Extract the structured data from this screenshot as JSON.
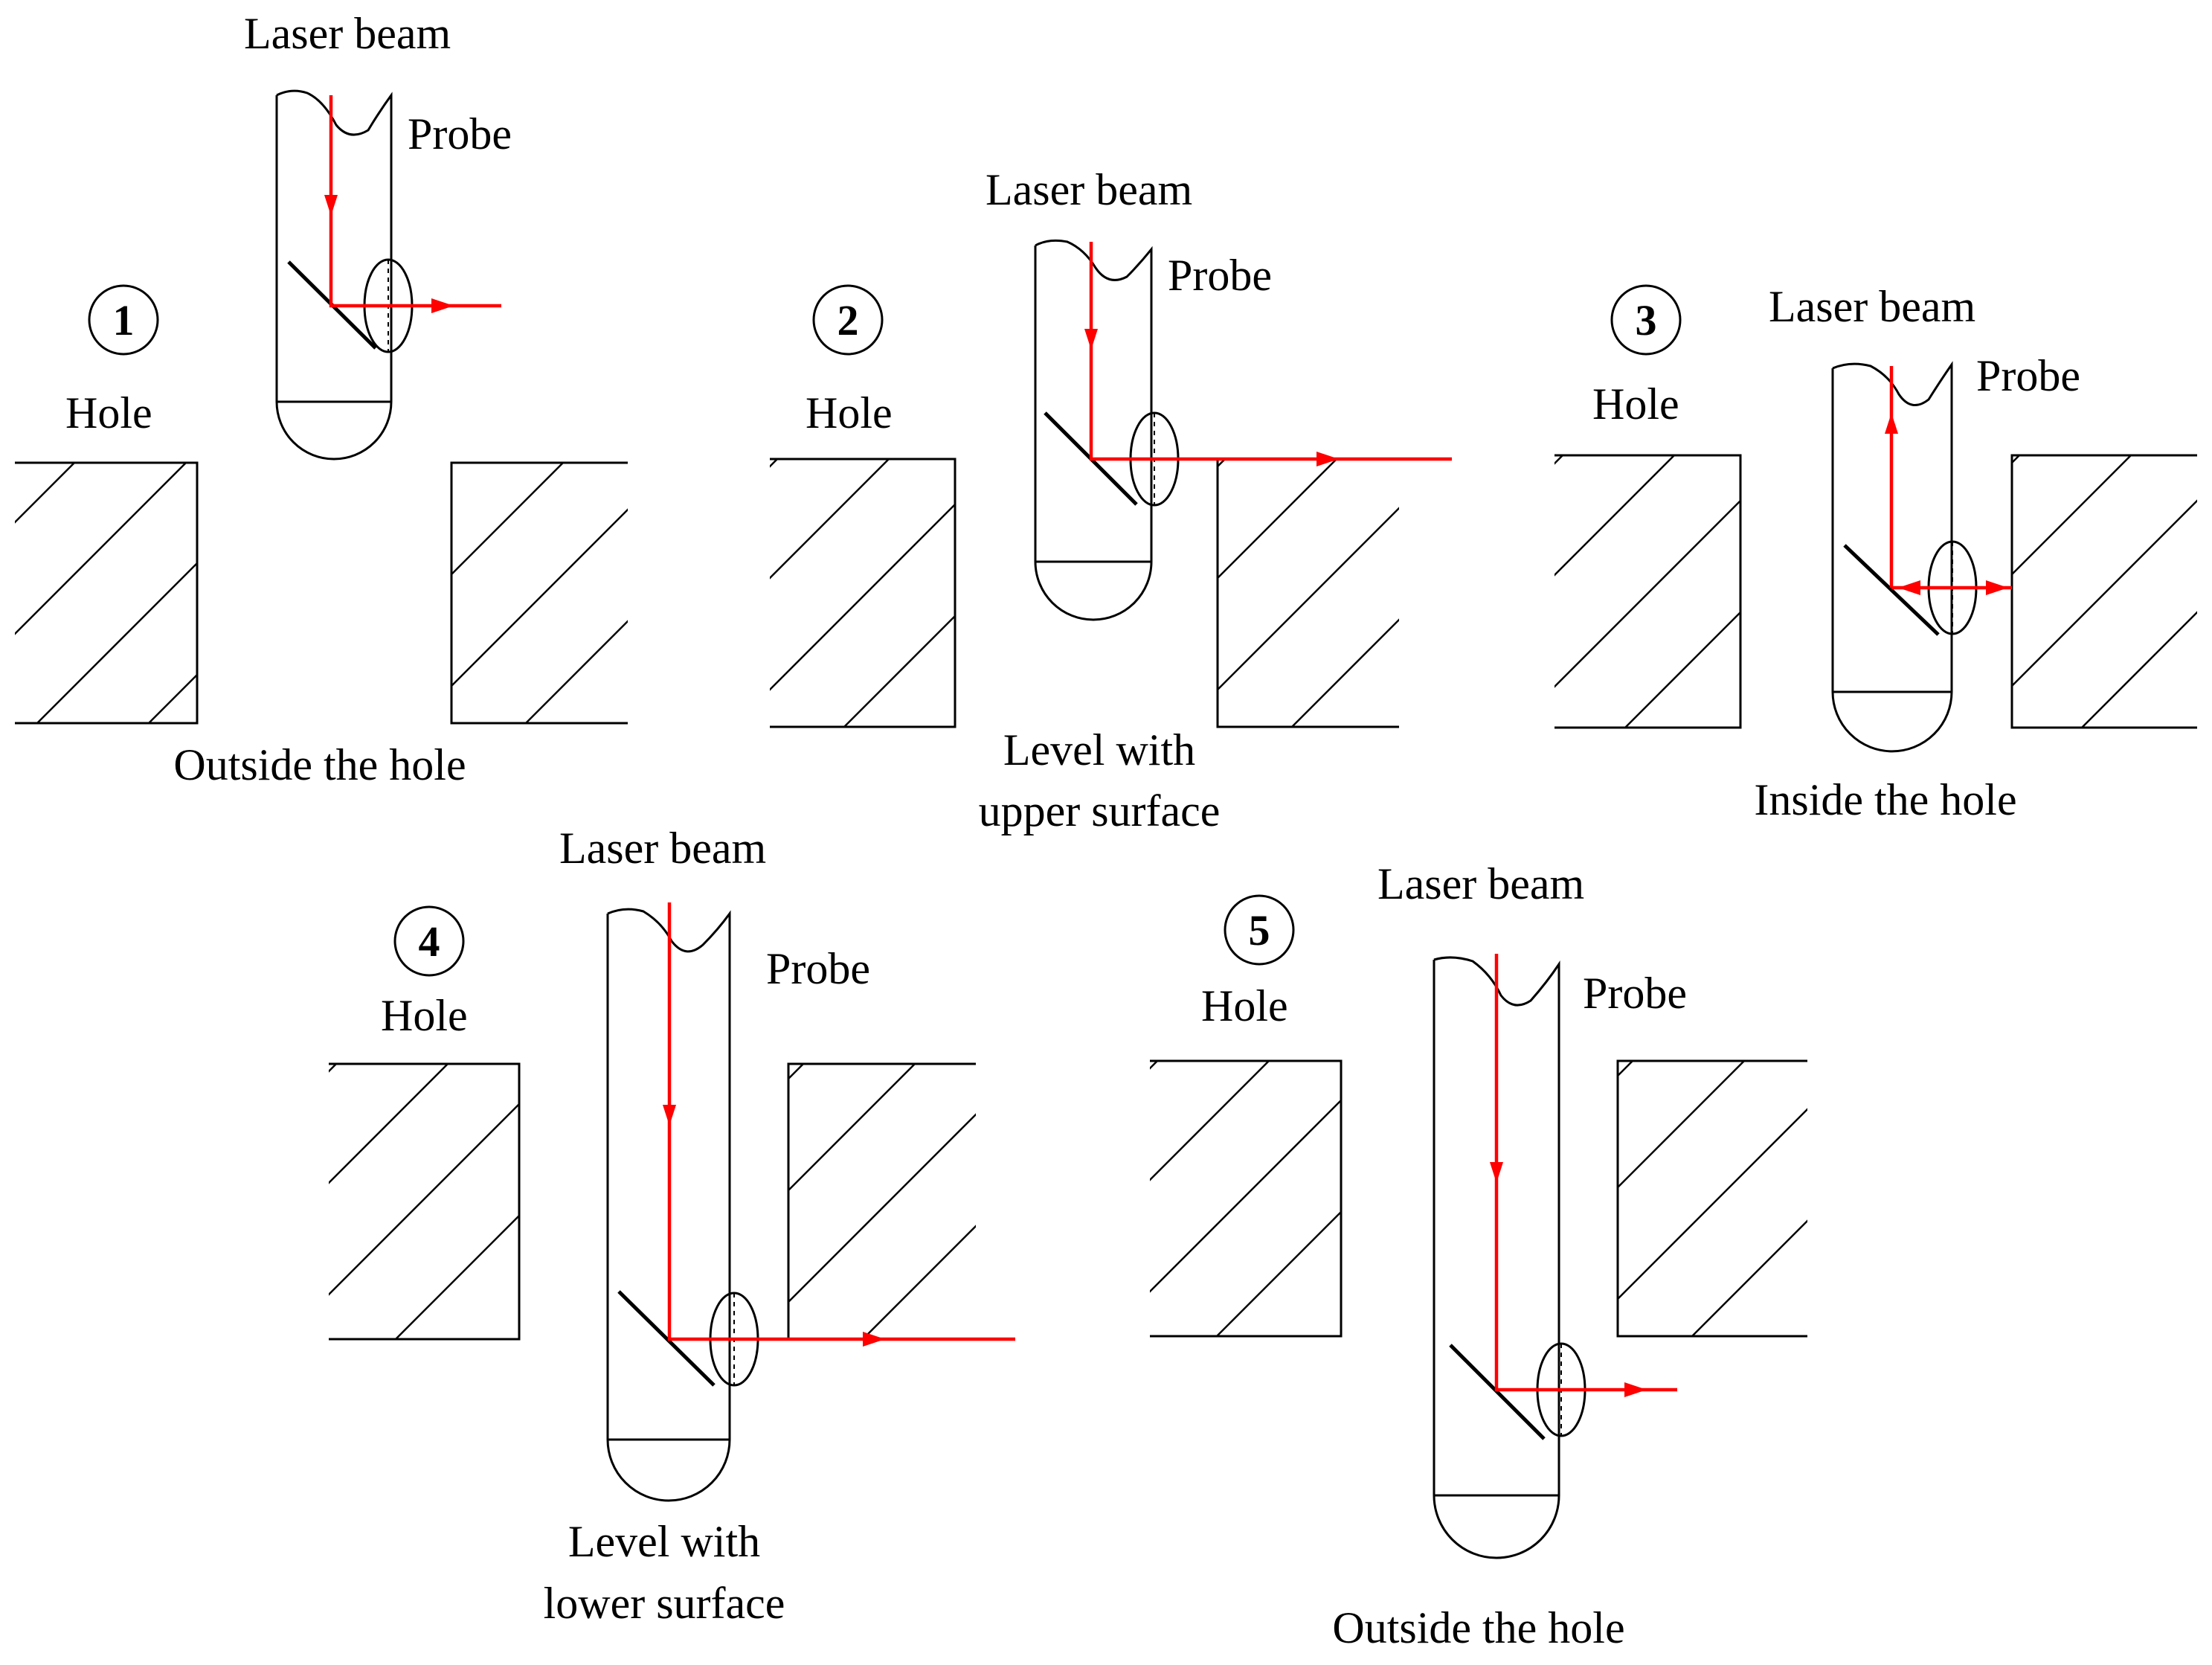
{
  "colors": {
    "beam": "#ff0000",
    "line": "#000000",
    "background": "#ffffff"
  },
  "panels": [
    {
      "number": "1",
      "hole_label": "Hole",
      "laser_label": "Laser beam",
      "probe_label": "Probe",
      "caption": [
        "Outside the hole"
      ]
    },
    {
      "number": "2",
      "hole_label": "Hole",
      "laser_label": "Laser beam",
      "probe_label": "Probe",
      "caption": [
        "Level with",
        "upper surface"
      ]
    },
    {
      "number": "3",
      "hole_label": "Hole",
      "laser_label": "Laser beam",
      "probe_label": "Probe",
      "caption": [
        "Inside the hole"
      ]
    },
    {
      "number": "4",
      "hole_label": "Hole",
      "laser_label": "Laser beam",
      "probe_label": "Probe",
      "caption": [
        "Level with",
        "lower surface"
      ]
    },
    {
      "number": "5",
      "hole_label": "Hole",
      "laser_label": "Laser beam",
      "probe_label": "Probe",
      "caption": [
        "Outside the hole"
      ]
    }
  ]
}
